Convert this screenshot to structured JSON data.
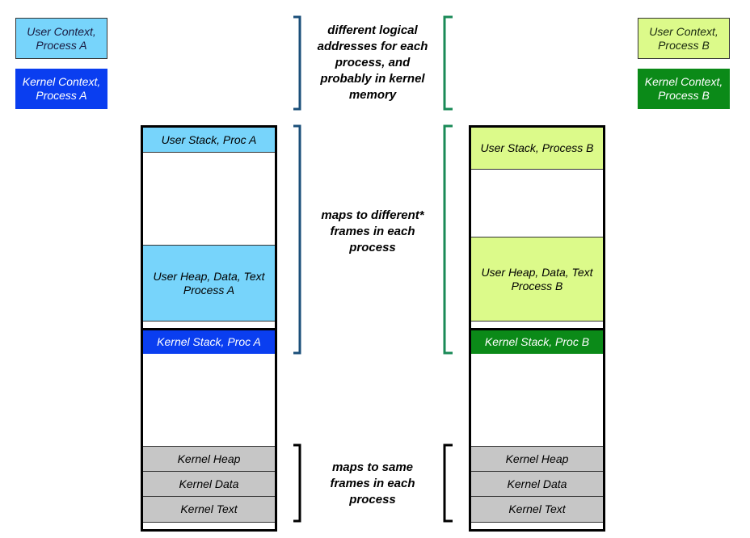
{
  "legend": {
    "user_a": "User Context,\nProcess A",
    "kernel_a": "Kernel Context,\nProcess A",
    "user_b": "User Context,\nProcess B",
    "kernel_b": "Kernel Context,\nProcess B"
  },
  "process_a": {
    "user_stack": "User Stack, Proc A",
    "user_heap": "User Heap, Data, Text\nProcess A",
    "kernel_stack": "Kernel Stack, Proc A",
    "kernel_heap": "Kernel Heap",
    "kernel_data": "Kernel Data",
    "kernel_text": "Kernel Text"
  },
  "process_b": {
    "user_stack": "User Stack, Process B",
    "user_heap": "User Heap, Data, Text\nProcess B",
    "kernel_stack": "Kernel Stack, Proc B",
    "kernel_heap": "Kernel Heap",
    "kernel_data": "Kernel Data",
    "kernel_text": "Kernel Text"
  },
  "notes": {
    "top": "different logical\naddresses for each\nprocess, and\nprobably in kernel\nmemory",
    "middle": "maps to different*\nframes in each\nprocess",
    "bottom": "maps to same\nframes in each\nprocess"
  },
  "colors": {
    "user_a": "#77d4fb",
    "kernel_a": "#0a3ef0",
    "user_b": "#dcfa8a",
    "kernel_b": "#0b8a18",
    "kernel_shared": "#c6c6c6",
    "bracket_a": "#1b4f7a",
    "bracket_b": "#1a8a57"
  }
}
